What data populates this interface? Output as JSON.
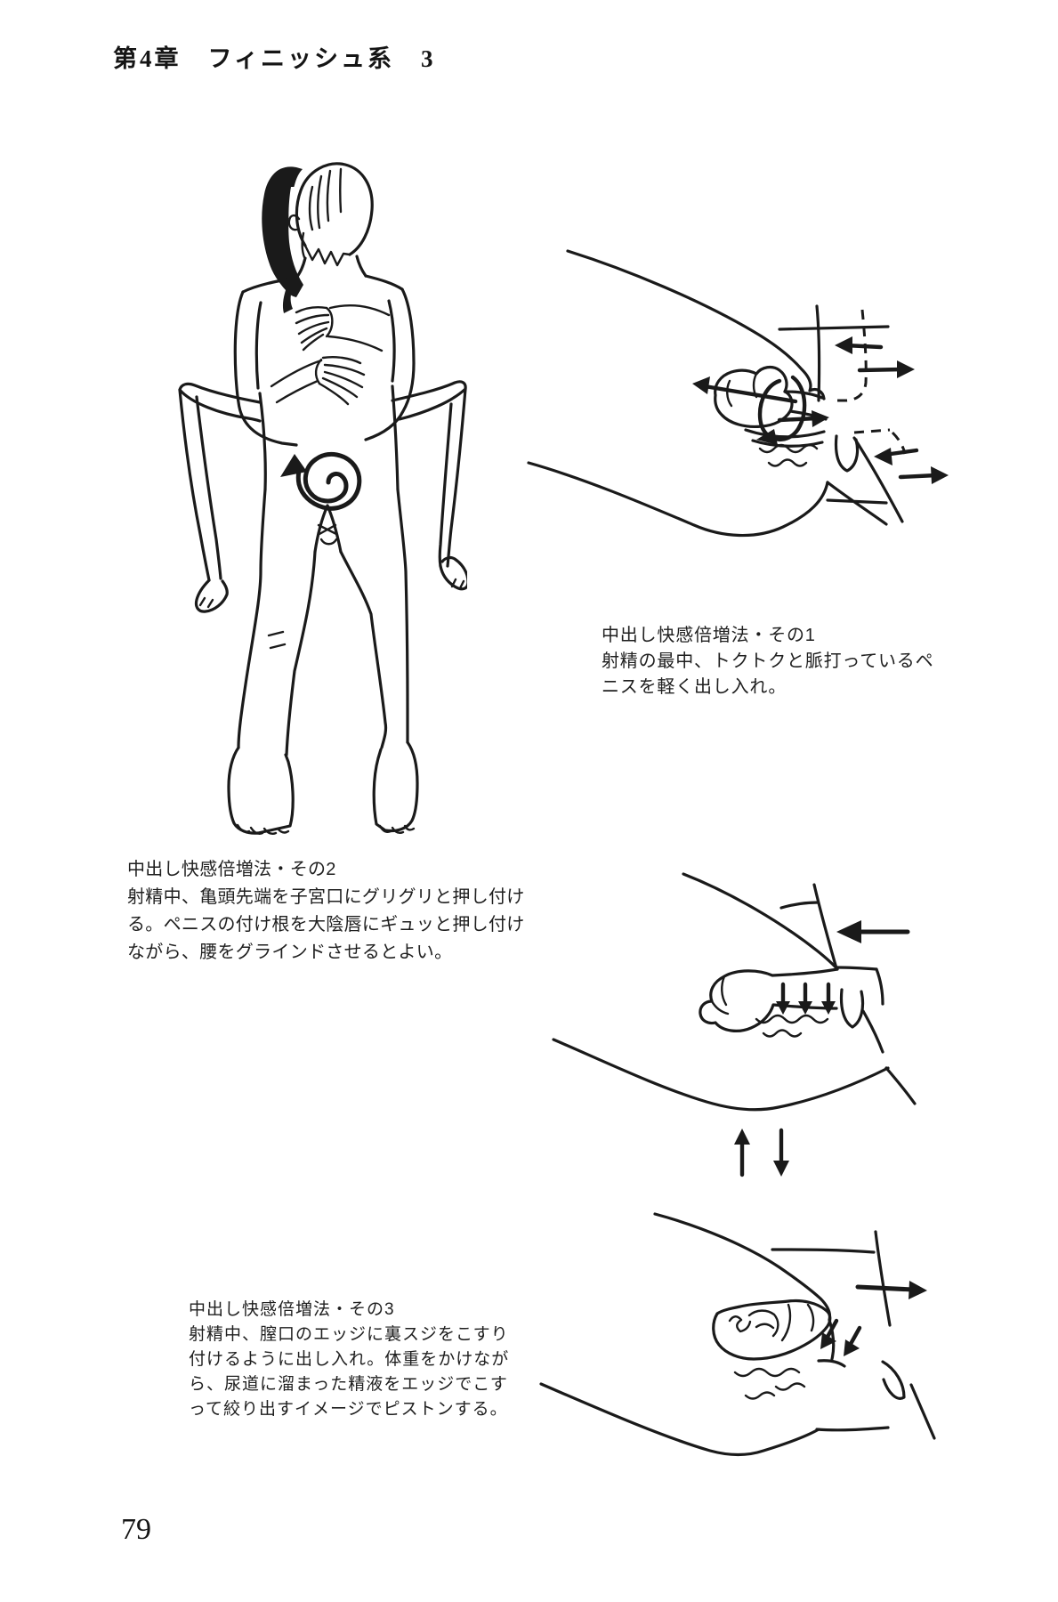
{
  "page": {
    "paper_color": "#ffffff",
    "ink_color": "#1a1a1a"
  },
  "header": {
    "title": "第4章　フィニッシュ系　3"
  },
  "sections": [
    {
      "title": "中出し快感倍増法・その1",
      "body": "射精の最中、トクトクと脈打っているペニスを軽く出し入れ。"
    },
    {
      "title": "中出し快感倍増法・その2",
      "body": "射精中、亀頭先端を子宮口にグリグリと押し付ける。ペニスの付け根を大陰唇にギュッと押し付けながら、腰をグラインドさせるとよい。"
    },
    {
      "title": "中出し快感倍増法・その3",
      "body": "射精中、膣口のエッジに裏スジをこすり付けるように出し入れ。体重をかけながら、尿道に溜まった精液をエッジでこすって絞り出すイメージでピストンする。"
    }
  ],
  "figures": {
    "couple": "standing-couple-rear-view-with-spiral-grind-arrow",
    "diagram1": "cross-section-in-out-motion",
    "diagram2": "cross-section-press-down-motion",
    "diagram3": "cross-section-edge-rub-motion",
    "between_arrows": "up-down-piston-arrows"
  },
  "footer": {
    "page_number": "79"
  }
}
